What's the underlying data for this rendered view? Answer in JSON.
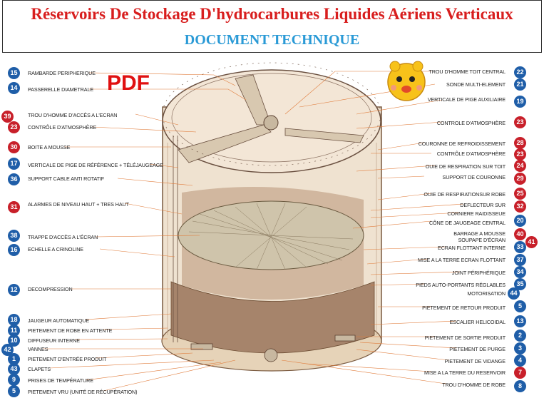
{
  "header": {
    "title": "Réservoirs De Stockage D'hydrocarbures Liquides Aériens Verticaux",
    "subtitle": "DOCUMENT TECHNIQUE"
  },
  "pdf_stamp": "PDF",
  "colors": {
    "title": "#d81e1e",
    "subtitle": "#2a9ad6",
    "badge_blue": "#1f5ea8",
    "badge_red": "#c8202a"
  },
  "left_callouts": [
    {
      "num": "15",
      "label": "RAMBARDE PERIPHERIQUE",
      "color": "blue"
    },
    {
      "num": "14",
      "label": "PASSERELLE DIAMETRALE",
      "color": "blue"
    },
    {
      "num": "39",
      "label": "TROU D'HOMME D'ACCÈS A L'ECRAN",
      "color": "red"
    },
    {
      "num": "23",
      "label": "CONTRÔLE D'ATMOSPHÈRE",
      "color": "red"
    },
    {
      "num": "30",
      "label": "BOITE A MOUSSE",
      "color": "red"
    },
    {
      "num": "17",
      "label": "VERTICALE DE PIGE DE RÉFÉRENCE + TÉLÉJAUGEAGE",
      "color": "blue"
    },
    {
      "num": "36",
      "label": "SUPPORT CABLE ANTI ROTATIF",
      "color": "blue"
    },
    {
      "num": "31",
      "label": "ALARMES DE NIVEAU HAUT + TRES HAUT",
      "color": "red"
    },
    {
      "num": "38",
      "label": "TRAPPE D'ACCÈS A L'ÉCRAN",
      "color": "blue"
    },
    {
      "num": "16",
      "label": "ECHELLE A CRINOLINE",
      "color": "blue"
    },
    {
      "num": "12",
      "label": "DECOMPRESSION",
      "color": "blue"
    },
    {
      "num": "18",
      "label": "JAUGEUR AUTOMATIQUE",
      "color": "blue"
    },
    {
      "num": "11",
      "label": "PIETEMENT DE ROBE EN ATTENTE",
      "color": "blue"
    },
    {
      "num": "10",
      "label": "DIFFUSEUR INTERNE",
      "color": "blue"
    },
    {
      "num": "42",
      "label": "VANNES",
      "color": "blue"
    },
    {
      "num": "1",
      "label": "PIETEMENT D'ENTRÉE PRODUIT",
      "color": "blue"
    },
    {
      "num": "43",
      "label": "CLAPETS",
      "color": "blue"
    },
    {
      "num": "9",
      "label": "PRISES DE TEMPÉRATURE",
      "color": "blue"
    },
    {
      "num": "5",
      "label": "PIETEMENT VRU (unité de récupération)",
      "color": "blue"
    }
  ],
  "right_callouts": [
    {
      "num": "22",
      "label": "TROU D'HOMME TOIT CENTRAL",
      "color": "blue"
    },
    {
      "num": "21",
      "label": "SONDE MULTI-ELEMENT",
      "color": "blue"
    },
    {
      "num": "19",
      "label": "VERTICALE DE PIGE AUXILIAIRE",
      "color": "blue"
    },
    {
      "num": "23",
      "label": "CONTROLE D'ATMOSPHÈRE",
      "color": "red"
    },
    {
      "num": "28",
      "label": "COURONNE DE REFROIDISSEMENT",
      "color": "red"
    },
    {
      "num": "23",
      "label": "CONTRÔLE D'ATMOSPHÈRE",
      "color": "red"
    },
    {
      "num": "24",
      "label": "OUIE DE RESPIRATION SUR TOIT",
      "color": "red"
    },
    {
      "num": "29",
      "label": "SUPPORT DE COURONNE",
      "color": "red"
    },
    {
      "num": "25",
      "label": "OUIE DE RESPIRATIONSUR ROBE",
      "color": "red"
    },
    {
      "num": "32",
      "label": "DEFLECTEUR SUR",
      "color": "red"
    },
    {
      "num": "",
      "label": "CORNIERE RAIDISSEUE",
      "color": "none"
    },
    {
      "num": "20",
      "label": "CÔNE DE JAUGEAGE CENTRAL",
      "color": "blue"
    },
    {
      "num": "40",
      "label": "BARRAGE A MOUSSE",
      "color": "red"
    },
    {
      "num": "41",
      "label": "SOUPAPE D'ÉCRAN",
      "color": "red"
    },
    {
      "num": "33",
      "label": "ECRAN FLOTTANT INTERNE",
      "color": "blue"
    },
    {
      "num": "37",
      "label": "MISE A LA TERRE ECRAN FLOTTANT",
      "color": "blue"
    },
    {
      "num": "34",
      "label": "JOINT PÉRIPHÉRIQUE",
      "color": "blue"
    },
    {
      "num": "35",
      "label": "PIEDS AUTO-PORTANTS RÉGLABLES",
      "color": "blue"
    },
    {
      "num": "44",
      "label": "MOTORISATION",
      "color": "blue"
    },
    {
      "num": "5",
      "label": "PIETEMENT DE RETOUR PRODUIT",
      "color": "blue"
    },
    {
      "num": "13",
      "label": "ESCALIER HELICOIDAL",
      "color": "blue"
    },
    {
      "num": "2",
      "label": "PIETEMENT DE SORTIE PRODUIT",
      "color": "blue"
    },
    {
      "num": "3",
      "label": "PIETEMENT DE PURGE",
      "color": "blue"
    },
    {
      "num": "4",
      "label": "PIETEMENT DE VIDANGE",
      "color": "blue"
    },
    {
      "num": "7",
      "label": "MISE A LA TERRE DU RESERVOIR",
      "color": "red"
    },
    {
      "num": "8",
      "label": "TROU D'HOMME DE ROBE",
      "color": "blue"
    }
  ]
}
